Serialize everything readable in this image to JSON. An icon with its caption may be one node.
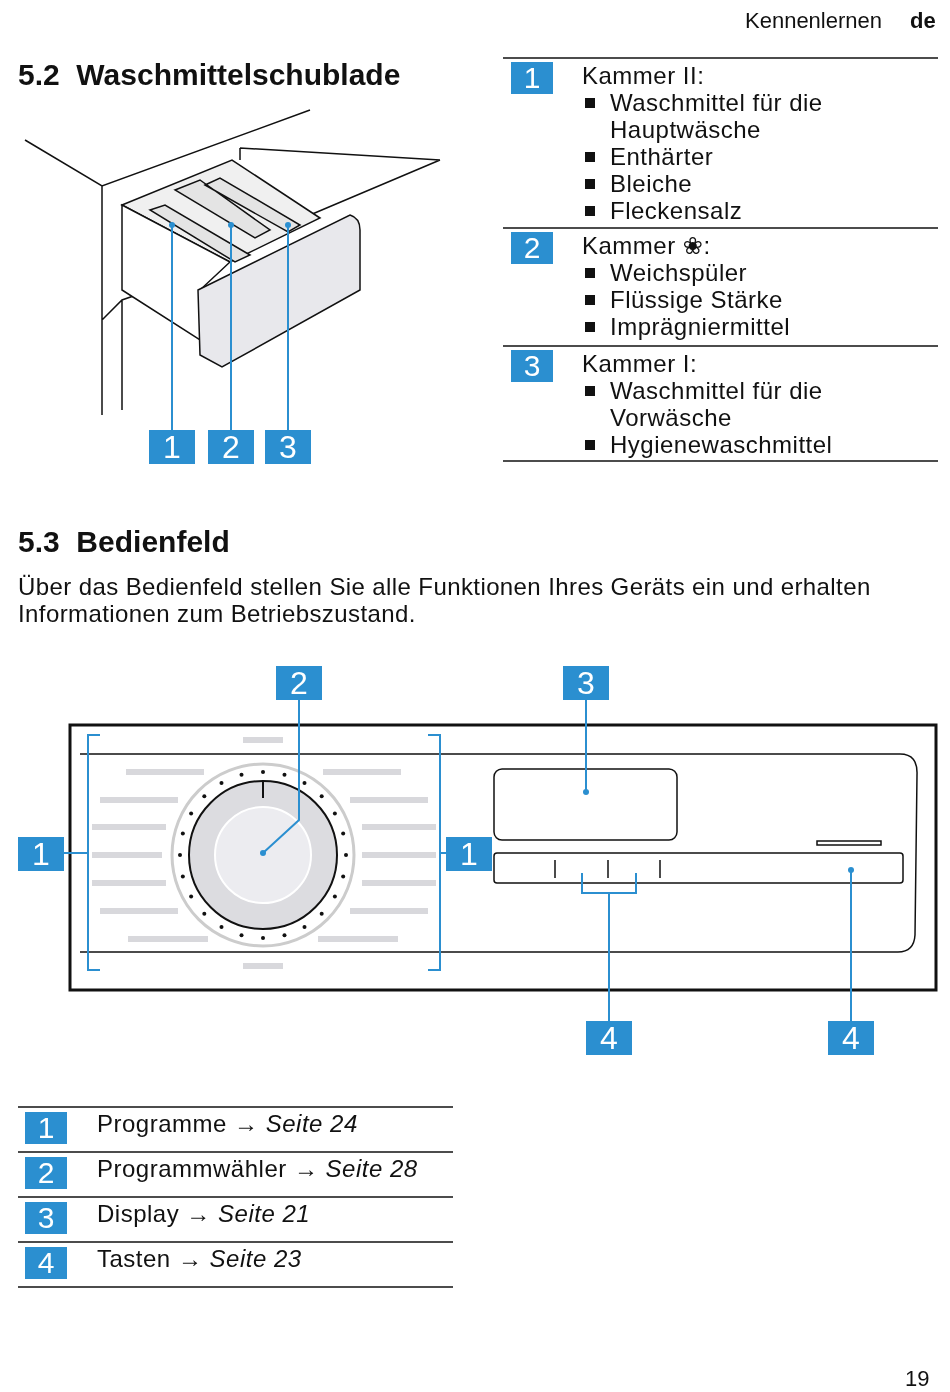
{
  "diagram": {
    "nodes": [
      {
        "text": [
          "1"
        ]
      },
      {
        "text": [
          "2"
        ]
      },
      {
        "text": [
          "3"
        ]
      },
      {
        "text": [
          "2"
        ]
      },
      {
        "text": [
          "3"
        ]
      },
      {
        "text": [
          "1"
        ]
      },
      {
        "text": [
          "1"
        ]
      },
      {
        "text": [
          "4"
        ]
      },
      {
        "text": [
          "4"
        ]
      },
      {
        "text": [
          "1"
        ]
      },
      {
        "text": [
          "2"
        ]
      },
      {
        "text": [
          "3"
        ]
      },
      {
        "text": [
          "1"
        ]
      },
      {
        "text": [
          "2"
        ]
      },
      {
        "text": [
          "3"
        ]
      },
      {
        "text": [
          "4"
        ]
      }
    ],
    "edges": [
      {
        "from": 0,
        "to": null,
        "arrow": "other"
      },
      {
        "from": 1,
        "to": null,
        "arrow": "other"
      },
      {
        "from": 2,
        "to": null,
        "arrow": "other"
      },
      {
        "from": 3,
        "to": null,
        "arrow": "other"
      },
      {
        "from": 4,
        "to": null,
        "arrow": "other"
      },
      {
        "from": 5,
        "to": null,
        "arrow": "none"
      },
      {
        "from": 6,
        "to": null,
        "arrow": "none"
      },
      {
        "from": 7,
        "to": null,
        "arrow": "none"
      },
      {
        "from": 8,
        "to": null,
        "arrow": "other"
      }
    ],
    "labels": [
      "Kennenlernen",
      "de",
      "5.2  Waschmittelschublade",
      "Kammer II:",
      "Waschmittel für die Hauptwäsche",
      "Enthärter",
      "Bleiche",
      "Fleckensalz",
      "Kammer ❀:",
      "Weichspüler",
      "Flüssige Stärke",
      "Imprägniermittel",
      "Kammer I:",
      "Waschmittel für die Vorwäsche",
      "Hygienewaschmittel",
      "5.3  Bedienfeld",
      "Über das Bedienfeld stellen Sie alle Funktionen Ihres Geräts ein und erhalten Informationen zum Betriebszustand.",
      "Programme → *Seite 24*",
      "Programmwähler → *Seite 28*",
      "Display → *Seite 21*",
      "Tasten → *Seite 23*",
      "19"
    ]
  }
}
